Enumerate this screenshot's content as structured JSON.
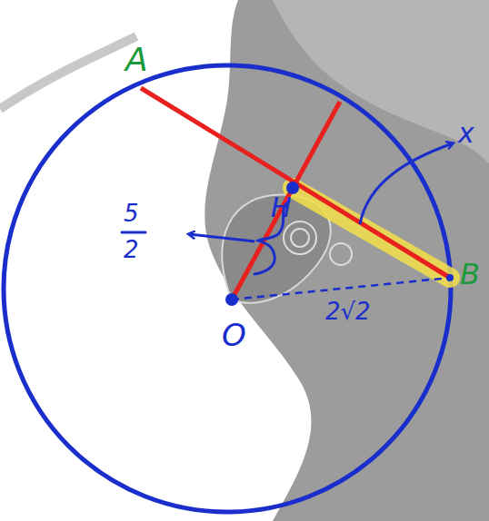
{
  "diagram": {
    "labels": [
      "A",
      "H",
      "5",
      "2",
      "O",
      "2√2",
      "B",
      "x"
    ]
  }
}
